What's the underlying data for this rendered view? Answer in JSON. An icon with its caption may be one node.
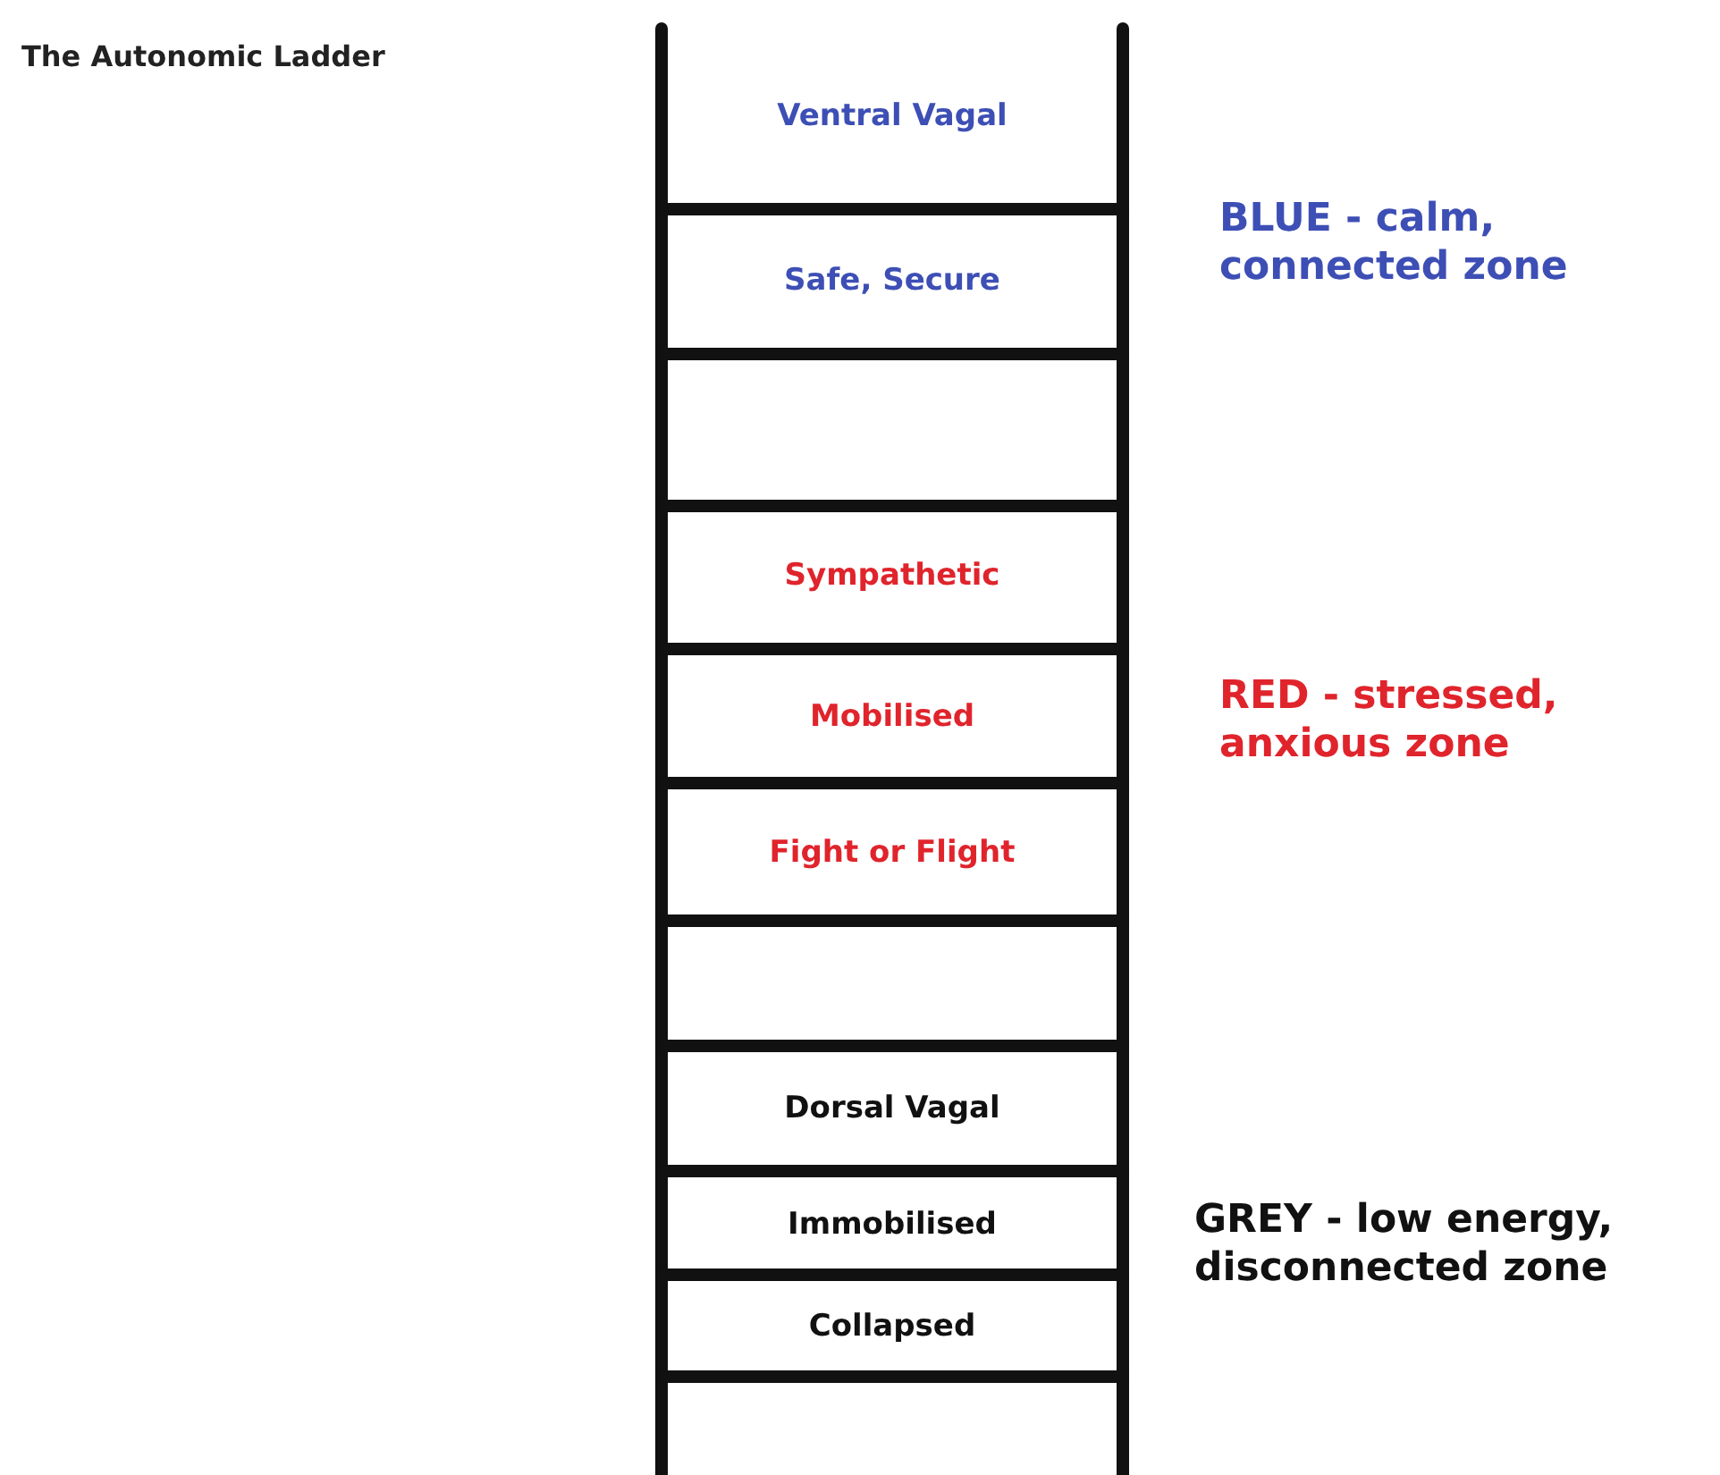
{
  "diagram": {
    "title": "The Autonomic Ladder",
    "labels": [
      "Ventral Vagal",
      "BLUE - calm, connected zone",
      "Safe, Secure",
      "Sympathetic",
      "RED - stressed, anxious zone",
      "Mobilised",
      "Fight or Flight",
      "Dorsal Vagal",
      "GREY - low energy, disconnected zone",
      "Immobilised",
      "Collapsed"
    ]
  }
}
